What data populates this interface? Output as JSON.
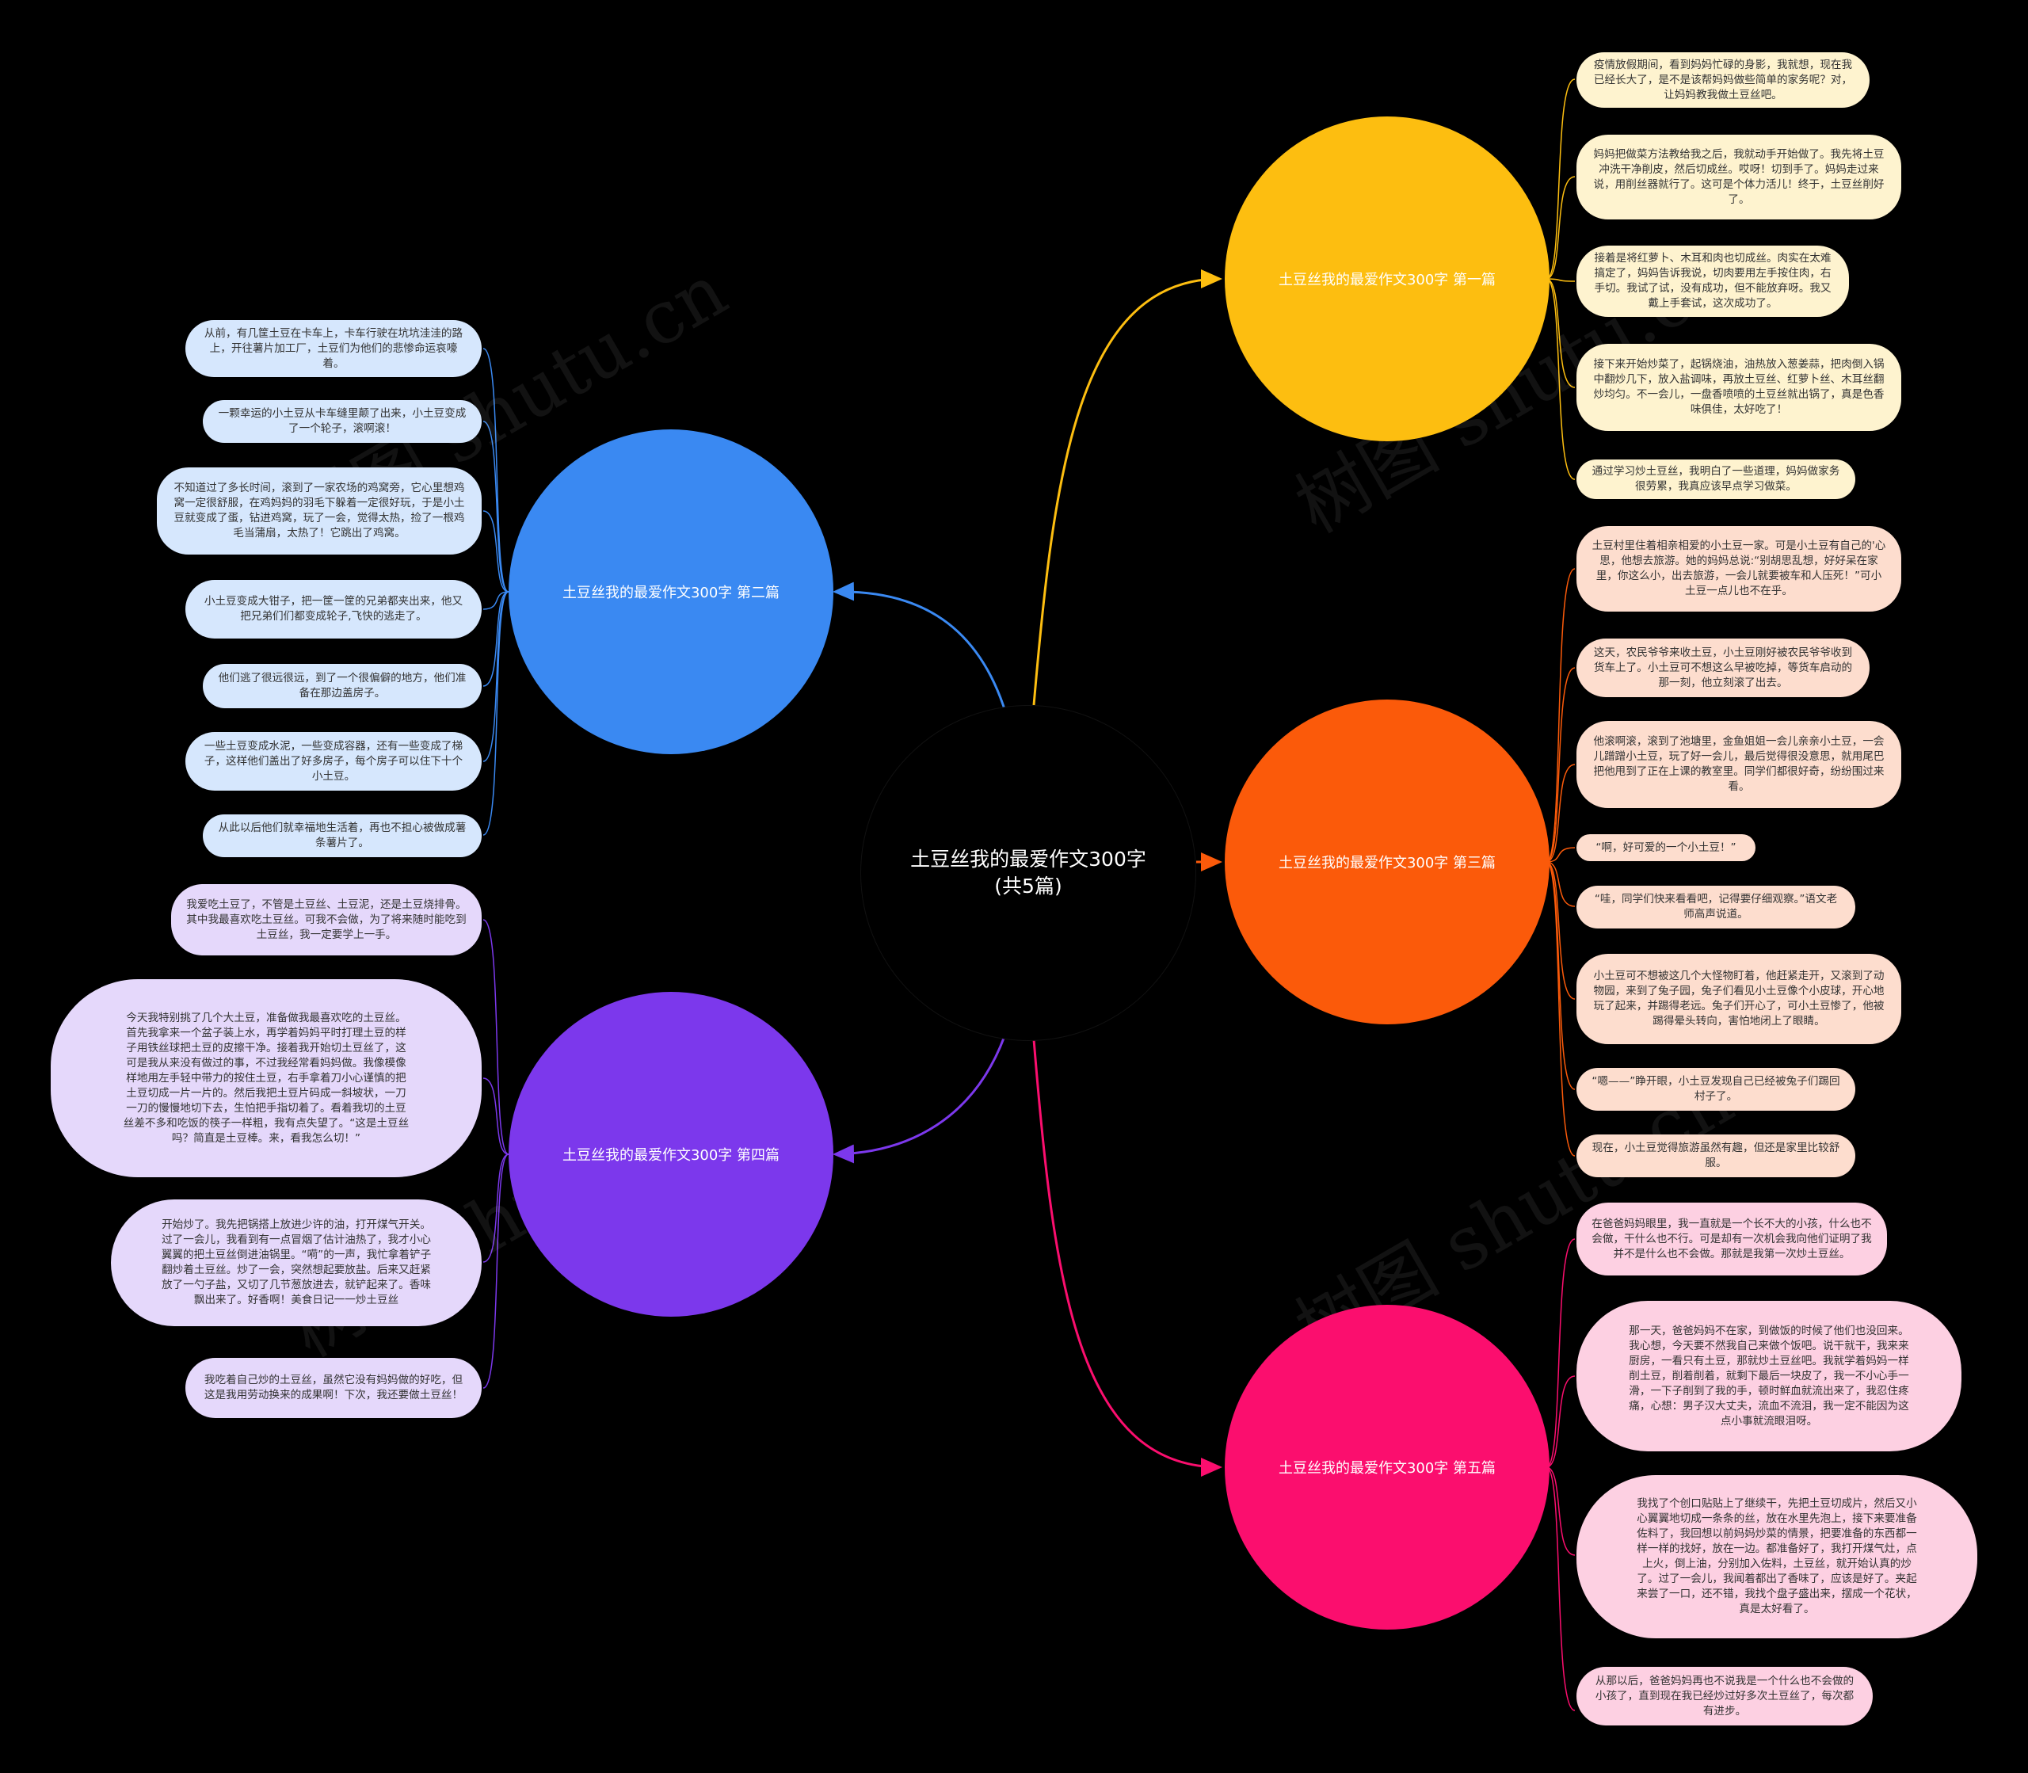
{
  "center": {
    "label": "土豆丝我的最爱作文300字(共5篇)"
  },
  "colors": {
    "b1": "#FDBE10",
    "b2": "#3A89F2",
    "b3": "#FB5A0A",
    "b4": "#7C38EC",
    "b5": "#FB0E6E",
    "l1": "#FEF3CF",
    "l2": "#D6E7FD",
    "l3": "#FDDDCE",
    "l4": "#E5D8FB",
    "l5": "#FDD0E2"
  },
  "watermark": "树图 shutu.cn",
  "branches": [
    {
      "label": "土豆丝我的最爱作文300字 第一篇",
      "leaves": [
        "疫情放假期间，看到妈妈忙碌的身影，我就想，现在我已经长大了，是不是该帮妈妈做些简单的家务呢？对，让妈妈教我做土豆丝吧。",
        "妈妈把做菜方法教给我之后，我就动手开始做了。我先将土豆冲洗干净削皮，然后切成丝。哎呀！切到手了。妈妈走过来说，用削丝器就行了。这可是个体力活儿！终于，土豆丝削好了。",
        "接着是将红萝卜、木耳和肉也切成丝。肉实在太难搞定了，妈妈告诉我说，切肉要用左手按住肉，右手切。我试了试，没有成功，但不能放弃呀。我又戴上手套试，这次成功了。",
        "接下来开始炒菜了，起锅烧油，油热放入葱姜蒜，把肉倒入锅中翻炒几下，放入盐调味，再放土豆丝、红萝卜丝、木耳丝翻炒均匀。不一会儿，一盘香喷喷的土豆丝就出锅了，真是色香味俱佳，太好吃了！",
        "通过学习炒土豆丝，我明白了一些道理，妈妈做家务很劳累，我真应该早点学习做菜。"
      ]
    },
    {
      "label": "土豆丝我的最爱作文300字 第二篇",
      "leaves": [
        "从前，有几筐土豆在卡车上，卡车行驶在坑坑洼洼的路上，开往薯片加工厂，土豆们为他们的悲惨命运哀嚎着。",
        "一颗幸运的小土豆从卡车缝里颠了出来，小土豆变成了一个轮子，滚啊滚！",
        "不知道过了多长时间，滚到了一家农场的鸡窝旁，它心里想鸡窝一定很舒服，在鸡妈妈的羽毛下躲着一定很好玩，于是小土豆就变成了蛋，钻进鸡窝，玩了一会，觉得太热，捡了一根鸡毛当蒲扇，太热了！它跳出了鸡窝。",
        "小土豆变成大钳子，把一筐一筐的兄弟都夹出来，他又把兄弟们们都变成轮子,飞快的逃走了。",
        "他们逃了很远很远，到了一个很偏僻的地方，他们准备在那边盖房子。",
        "一些土豆变成水泥，一些变成容器，还有一些变成了梯子，这样他们盖出了好多房子，每个房子可以住下十个小土豆。",
        "从此以后他们就幸福地生活着，再也不担心被做成薯条薯片了。"
      ]
    },
    {
      "label": "土豆丝我的最爱作文300字 第三篇",
      "leaves": [
        "土豆村里住着相亲相爱的小土豆一家。可是小土豆有自己的'心思，他想去旅游。她的妈妈总说:“别胡思乱想，好好呆在家里，你这么小，出去旅游，一会儿就要被车和人压死！”可小土豆一点儿也不在乎。",
        "这天，农民爷爷来收土豆，小土豆刚好被农民爷爷收到货车上了。小土豆可不想这么早被吃掉，等货车启动的那一刻，他立刻滚了出去。",
        "他滚啊滚，滚到了池塘里，金鱼姐姐一会儿亲亲小土豆，一会儿蹭蹭小土豆，玩了好一会儿，最后觉得很没意思，就用尾巴把他甩到了正在上课的教室里。同学们都很好奇，纷纷围过来看。",
        "“啊，好可爱的一个小土豆！”",
        "“哇，同学们快来看看吧，记得要仔细观察。”语文老师高声说道。",
        "小土豆可不想被这几个大怪物盯着，他赶紧走开，又滚到了动物园，来到了兔子园，兔子们看见小土豆像个小皮球，开心地玩了起来，并踢得老远。兔子们开心了，可小土豆惨了，他被踢得晕头转向，害怕地闭上了眼睛。",
        "“嗯——”睁开眼，小土豆发现自己已经被兔子们踢回村子了。",
        "现在，小土豆觉得旅游虽然有趣，但还是家里比较舒服。"
      ]
    },
    {
      "label": "土豆丝我的最爱作文300字 第四篇",
      "leaves": [
        "我爱吃土豆了，不管是土豆丝、土豆泥，还是土豆烧排骨。其中我最喜欢吃土豆丝。可我不会做，为了将来随时能吃到土豆丝，我一定要学上一手。",
        "今天我特别挑了几个大土豆，准备做我最喜欢吃的土豆丝。首先我拿来一个盆子装上水，再学着妈妈平时打理土豆的样子用铁丝球把土豆的皮擦干净。接着我开始切土豆丝了，这可是我从来没有做过的事，不过我经常看妈妈做。我像模像样地用左手轻中带力的按住土豆，右手拿着刀小心谨慎的把土豆切成一片一片的。然后我把土豆片码成一斜坡状，一刀一刀的慢慢地切下去，生怕把手指切着了。看着我切的土豆丝差不多和吃饭的筷子一样粗，我有点失望了。“这是土豆丝吗？简直是土豆棒。来，看我怎么切！”",
        "开始炒了。我先把锅搭上放进少许的油，打开煤气开关。过了一会儿，我看到有一点冒烟了估计油热了，我才小心翼翼的把土豆丝倒进油锅里。“嗬”的一声，我忙拿着铲子翻炒着土豆丝。炒了一会，突然想起要放盐。后来又赶紧放了一勺子盐，又切了几节葱放进去，就铲起来了。香味飘出来了。好香啊！美食日记一一炒土豆丝",
        "我吃着自己炒的土豆丝，虽然它没有妈妈做的好吃，但这是我用劳动换来的成果啊！下次，我还要做土豆丝！"
      ]
    },
    {
      "label": "土豆丝我的最爱作文300字 第五篇",
      "leaves": [
        "在爸爸妈妈眼里，我一直就是一个长不大的小孩，什么也不会做，干什么也不行。可是却有一次机会我向他们证明了我并不是什么也不会做。那就是我第一次炒土豆丝。",
        "那一天，爸爸妈妈不在家，到做饭的时候了他们也没回来。我心想，今天要不然我自己来做个饭吧。说干就干，我来来厨房，一看只有土豆，那就炒土豆丝吧。我就学着妈妈一样削土豆，削着削着，就剩下最后一块皮了，我一不小心手一滑，一下子削到了我的手，顿时鲜血就流出来了，我忍住疼痛，心想：男子汉大丈夫，流血不流泪，我一定不能因为这点小事就流眼泪呀。",
        "我找了个创口贴贴上了继续干，先把土豆切成片，然后又小心翼翼地切成一条条的丝，放在水里先泡上，接下来要准备佐料了，我回想以前妈妈炒菜的情景，把要准备的东西都一样一样的找好，放在一边。都准备好了，我打开煤气灶，点上火，倒上油，分别加入佐料，土豆丝，就开始认真的炒了。过了一会儿，我闻着都出了香味了，应该是好了。夹起来尝了一口，还不错，我找个盘子盛出来，摆成一个花状，真是太好看了。",
        "从那以后，爸爸妈妈再也不说我是一个什么也不会做的小孩了，直到现在我已经炒过好多次土豆丝了，每次都有进步。"
      ]
    }
  ]
}
